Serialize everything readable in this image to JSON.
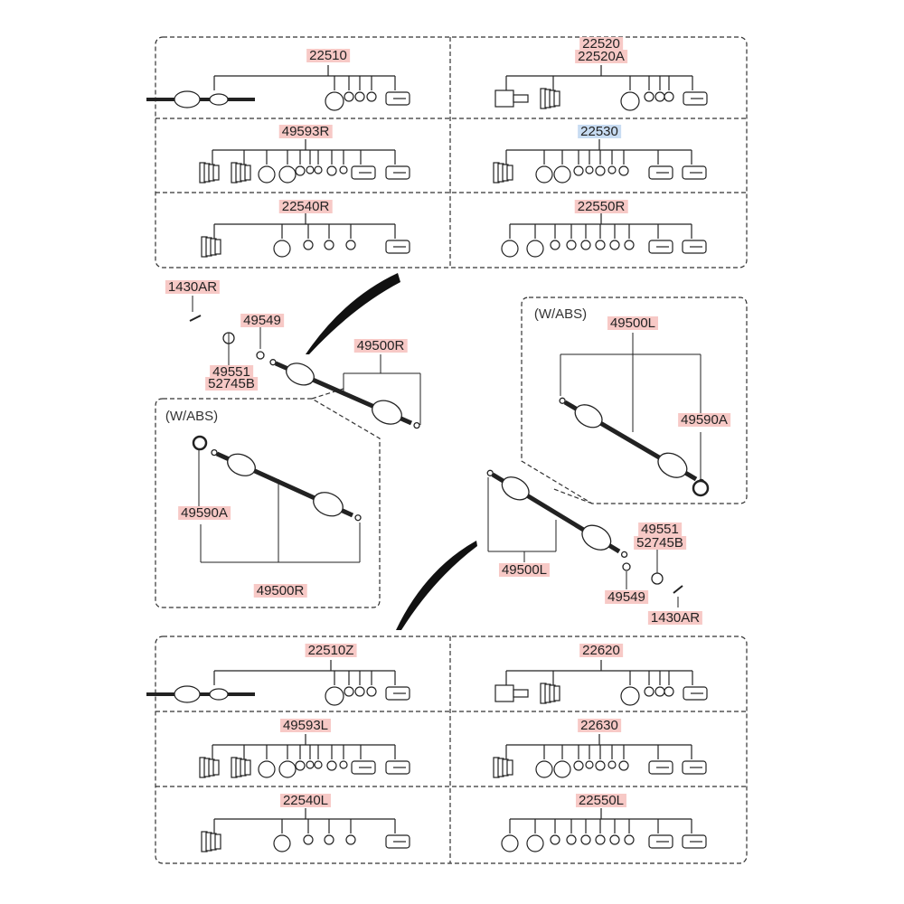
{
  "top_table": {
    "r1_left": "22510",
    "r1_right_a": "22520",
    "r1_right_b": "22520A",
    "r2_left": "49593R",
    "r2_right": "22530",
    "r3_left": "22540R",
    "r3_right": "22550R"
  },
  "middle": {
    "bolt_left": "1430AR",
    "washer_left": "49549",
    "nut_left_a": "49551",
    "nut_left_b": "52745B",
    "shaft_right_top": "49500R",
    "abs_left_note": "(W/ABS)",
    "abs_left_ring": "49590A",
    "abs_left_shaft": "49500R",
    "abs_right_note": "(W/ABS)",
    "abs_right_shaft": "49500L",
    "abs_right_ring": "49590A",
    "shaft_left_bottom": "49500L",
    "nut_right_a": "49551",
    "nut_right_b": "52745B",
    "washer_right": "49549",
    "bolt_right": "1430AR"
  },
  "bottom_table": {
    "r1_left": "22510Z",
    "r1_right": "22620",
    "r2_left": "49593L",
    "r2_right": "22630",
    "r3_left": "22540L",
    "r3_right": "22550L"
  },
  "colors": {
    "label_bg": "#f7c9c6",
    "highlight_bg": "#c8dcf2"
  }
}
